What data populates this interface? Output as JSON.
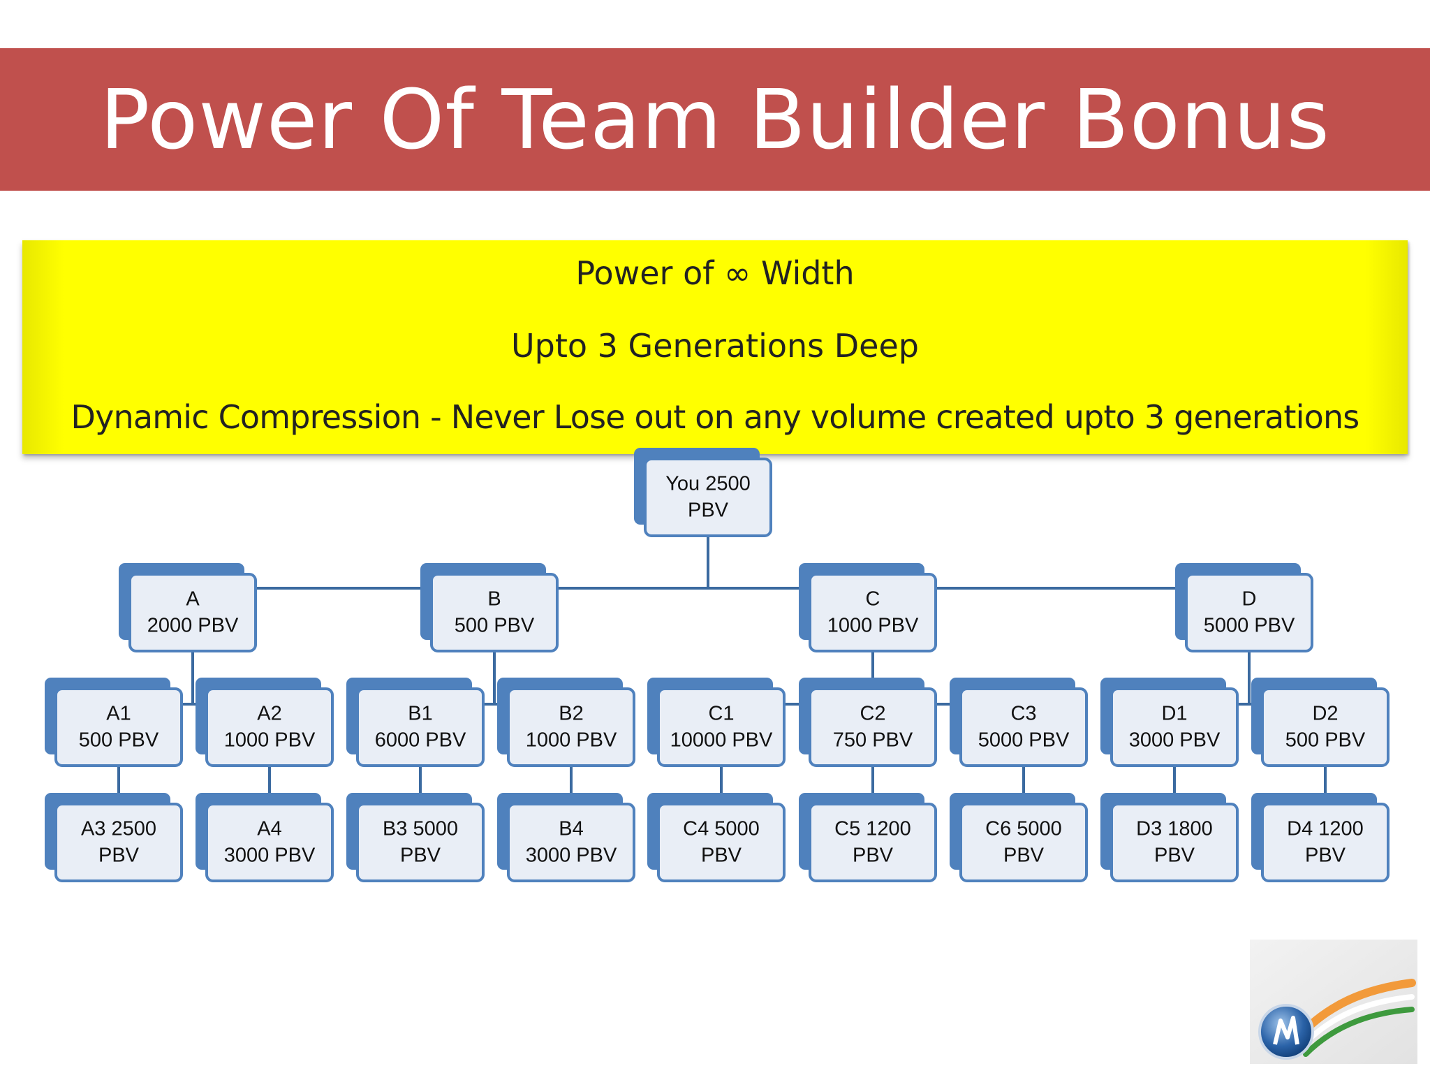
{
  "title": "Power Of Team Builder Bonus",
  "info": {
    "line1": "Power of ∞ Width",
    "line2": "Upto 3 Generations Deep",
    "line3": "Dynamic Compression - Never Lose out on any volume created upto 3 generations"
  },
  "colors": {
    "banner": "#c0504d",
    "highlight": "#ffff00",
    "node_border": "#4f81bd",
    "node_fill": "#e9eef6",
    "connector": "#3b6aa0"
  },
  "tree": {
    "root": {
      "id": "you",
      "lines": [
        "You 2500",
        "PBV"
      ]
    },
    "first": [
      {
        "id": "a",
        "lines": [
          "A",
          "2000 PBV"
        ],
        "children": [
          "a1",
          "a2"
        ]
      },
      {
        "id": "b",
        "lines": [
          "B",
          "500 PBV"
        ],
        "children": [
          "b1",
          "b2"
        ]
      },
      {
        "id": "c",
        "lines": [
          "C",
          "1000 PBV"
        ],
        "children": [
          "c1",
          "c2",
          "c3"
        ]
      },
      {
        "id": "d",
        "lines": [
          "D",
          "5000 PBV"
        ],
        "children": [
          "d1",
          "d2"
        ]
      }
    ],
    "second": [
      {
        "id": "a1",
        "lines": [
          "A1",
          "500 PBV"
        ],
        "child": "a3"
      },
      {
        "id": "a2",
        "lines": [
          "A2",
          "1000 PBV"
        ],
        "child": "a4"
      },
      {
        "id": "b1",
        "lines": [
          "B1",
          "6000 PBV"
        ],
        "child": "b3"
      },
      {
        "id": "b2",
        "lines": [
          "B2",
          "1000 PBV"
        ],
        "child": "b4"
      },
      {
        "id": "c1",
        "lines": [
          "C1",
          "10000 PBV"
        ],
        "child": "c4"
      },
      {
        "id": "c2",
        "lines": [
          "C2",
          "750 PBV"
        ],
        "child": "c5"
      },
      {
        "id": "c3",
        "lines": [
          "C3",
          "5000 PBV"
        ],
        "child": "c6"
      },
      {
        "id": "d1",
        "lines": [
          "D1",
          "3000 PBV"
        ],
        "child": "d3"
      },
      {
        "id": "d2",
        "lines": [
          "D2",
          "500 PBV"
        ],
        "child": "d4"
      }
    ],
    "third": [
      {
        "id": "a3",
        "lines": [
          "A3 2500",
          "PBV"
        ]
      },
      {
        "id": "a4",
        "lines": [
          "A4",
          "3000 PBV"
        ]
      },
      {
        "id": "b3",
        "lines": [
          "B3 5000",
          "PBV"
        ]
      },
      {
        "id": "b4",
        "lines": [
          "B4",
          "3000 PBV"
        ]
      },
      {
        "id": "c4",
        "lines": [
          "C4 5000",
          "PBV"
        ]
      },
      {
        "id": "c5",
        "lines": [
          "C5  1200",
          "PBV"
        ]
      },
      {
        "id": "c6",
        "lines": [
          "C6 5000",
          "PBV"
        ]
      },
      {
        "id": "d3",
        "lines": [
          "D3 1800",
          "PBV"
        ]
      },
      {
        "id": "d4",
        "lines": [
          "D4 1200",
          "PBV"
        ]
      }
    ]
  }
}
